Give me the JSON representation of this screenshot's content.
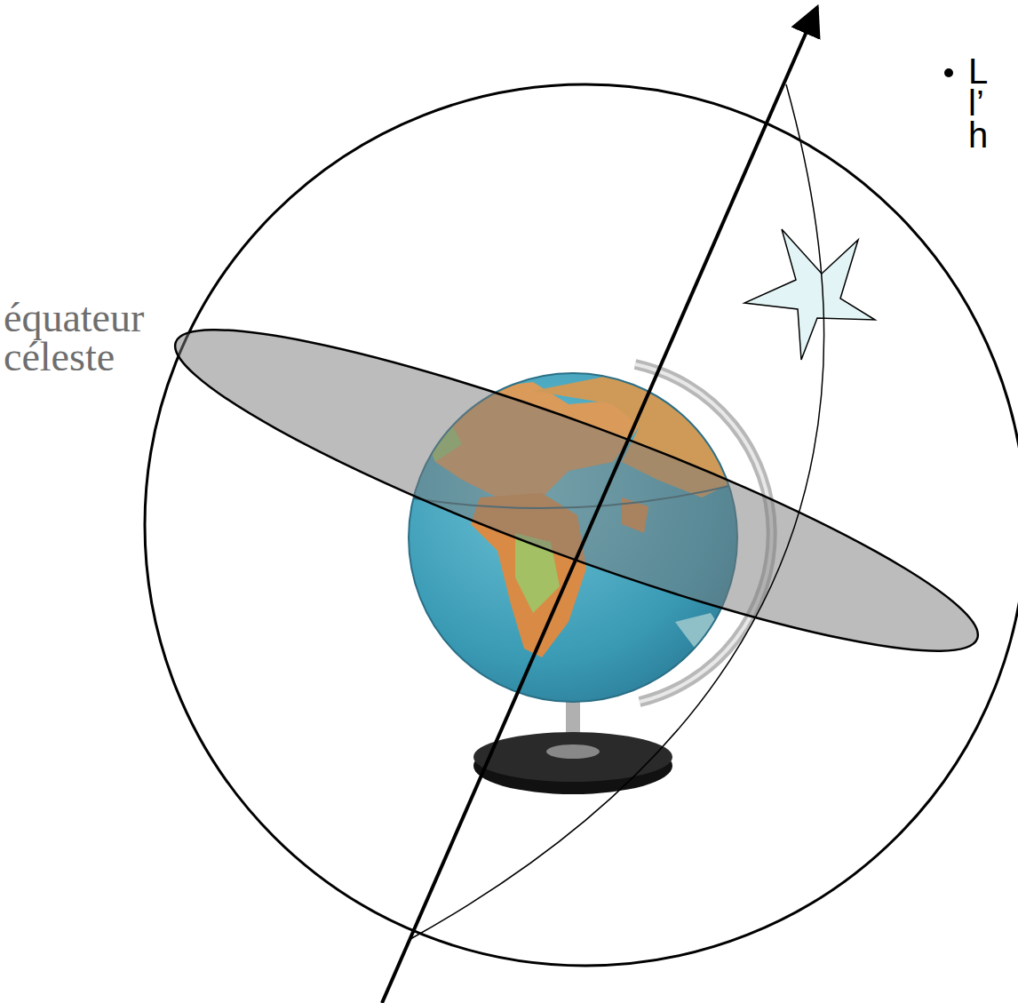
{
  "diagram": {
    "labels": [
      "équateur céleste",
      "L",
      "l’",
      "h"
    ]
  }
}
